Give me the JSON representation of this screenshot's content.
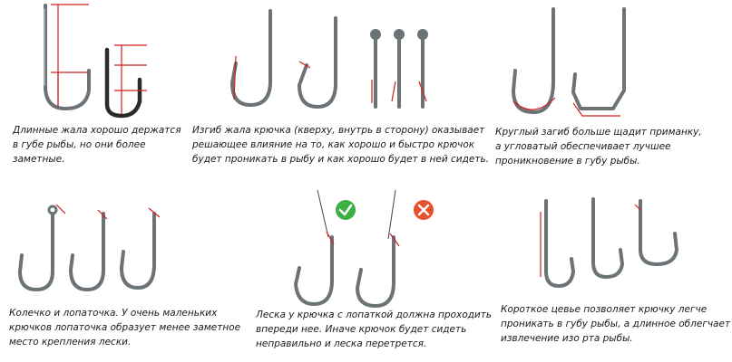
{
  "colors": {
    "accent": "#d21e1e",
    "steel": "#6b7377",
    "ok": "#3cb043",
    "bad": "#e8502a"
  },
  "panels": [
    {
      "caption": [
        "Длинные жала хорошо держатся",
        "в губе рыбы, но они более",
        "заметные."
      ]
    },
    {
      "caption": [
        "Изгиб жала крючка (кверху, внутрь в сторону) оказывает",
        "решающее влияние на то, как хорошо и быстро крючок",
        "будет проникать в рыбу и как хорошо будет в ней сидеть."
      ]
    },
    {
      "caption": [
        "Круглый загиб больше щадит приманку,",
        "а угловатый обеспечивает лучшее",
        "проникновение в губу рыбы."
      ]
    },
    {
      "caption": [
        "Колечко и лопаточка. У очень маленьких",
        "крючков лопаточка образует менее  заметное",
        "место крепления лески."
      ]
    },
    {
      "caption": [
        "Леска у крючка с лопаткой должна проходить",
        "впереди нее. Иначе крючок будет сидеть",
        "неправильно и леска перетрется."
      ],
      "icons": [
        "check-icon",
        "cross-icon"
      ]
    },
    {
      "caption": [
        "Короткое цевье позволяет крючку легче",
        "проникать в губу рыбы, а длинное облегчает",
        "извлечение изо рта рыбы."
      ]
    }
  ]
}
